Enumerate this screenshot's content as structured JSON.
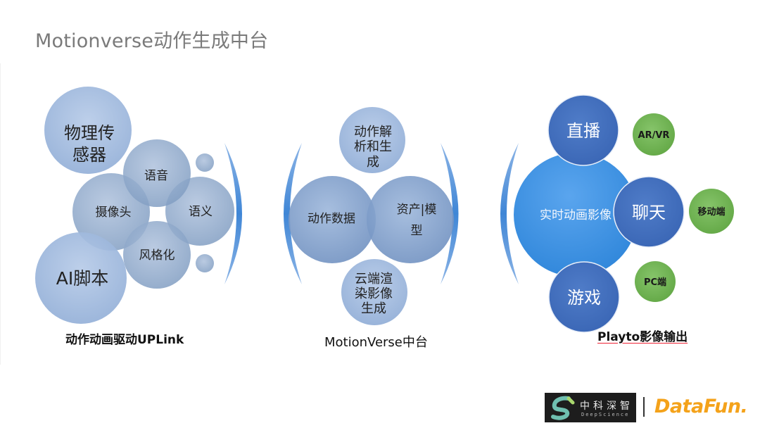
{
  "slide": {
    "title": "Motionverse动作生成中台"
  },
  "diagram": {
    "uplink": {
      "nodes": {
        "sensor": [
          "物理传",
          "感器"
        ],
        "voice": "语音",
        "camera": "摄像头",
        "semantic": "语义",
        "style": "风格化",
        "ai_script": "AI脚本"
      },
      "caption": "动作动画驱动UPLink"
    },
    "middle": {
      "nodes": {
        "parse": [
          "动作解",
          "析和生",
          "成"
        ],
        "motion_data": "动作数据",
        "assets": [
          "资产|模",
          "型"
        ],
        "cloud_render": [
          "云端渲",
          "染影像",
          "生成"
        ]
      },
      "caption": "MotionVerse中台"
    },
    "output": {
      "nodes": {
        "live": "直播",
        "realtime": "实时动画影像",
        "chat": "聊天",
        "game": "游戏",
        "arvr": "AR/VR",
        "mobile": "移动端",
        "pc": "PC端"
      },
      "caption": "Playto影像输出"
    }
  },
  "footer": {
    "deepscience_cn": "中科深智",
    "deepscience_en": "DeepScience",
    "datafun": "DataFun."
  }
}
